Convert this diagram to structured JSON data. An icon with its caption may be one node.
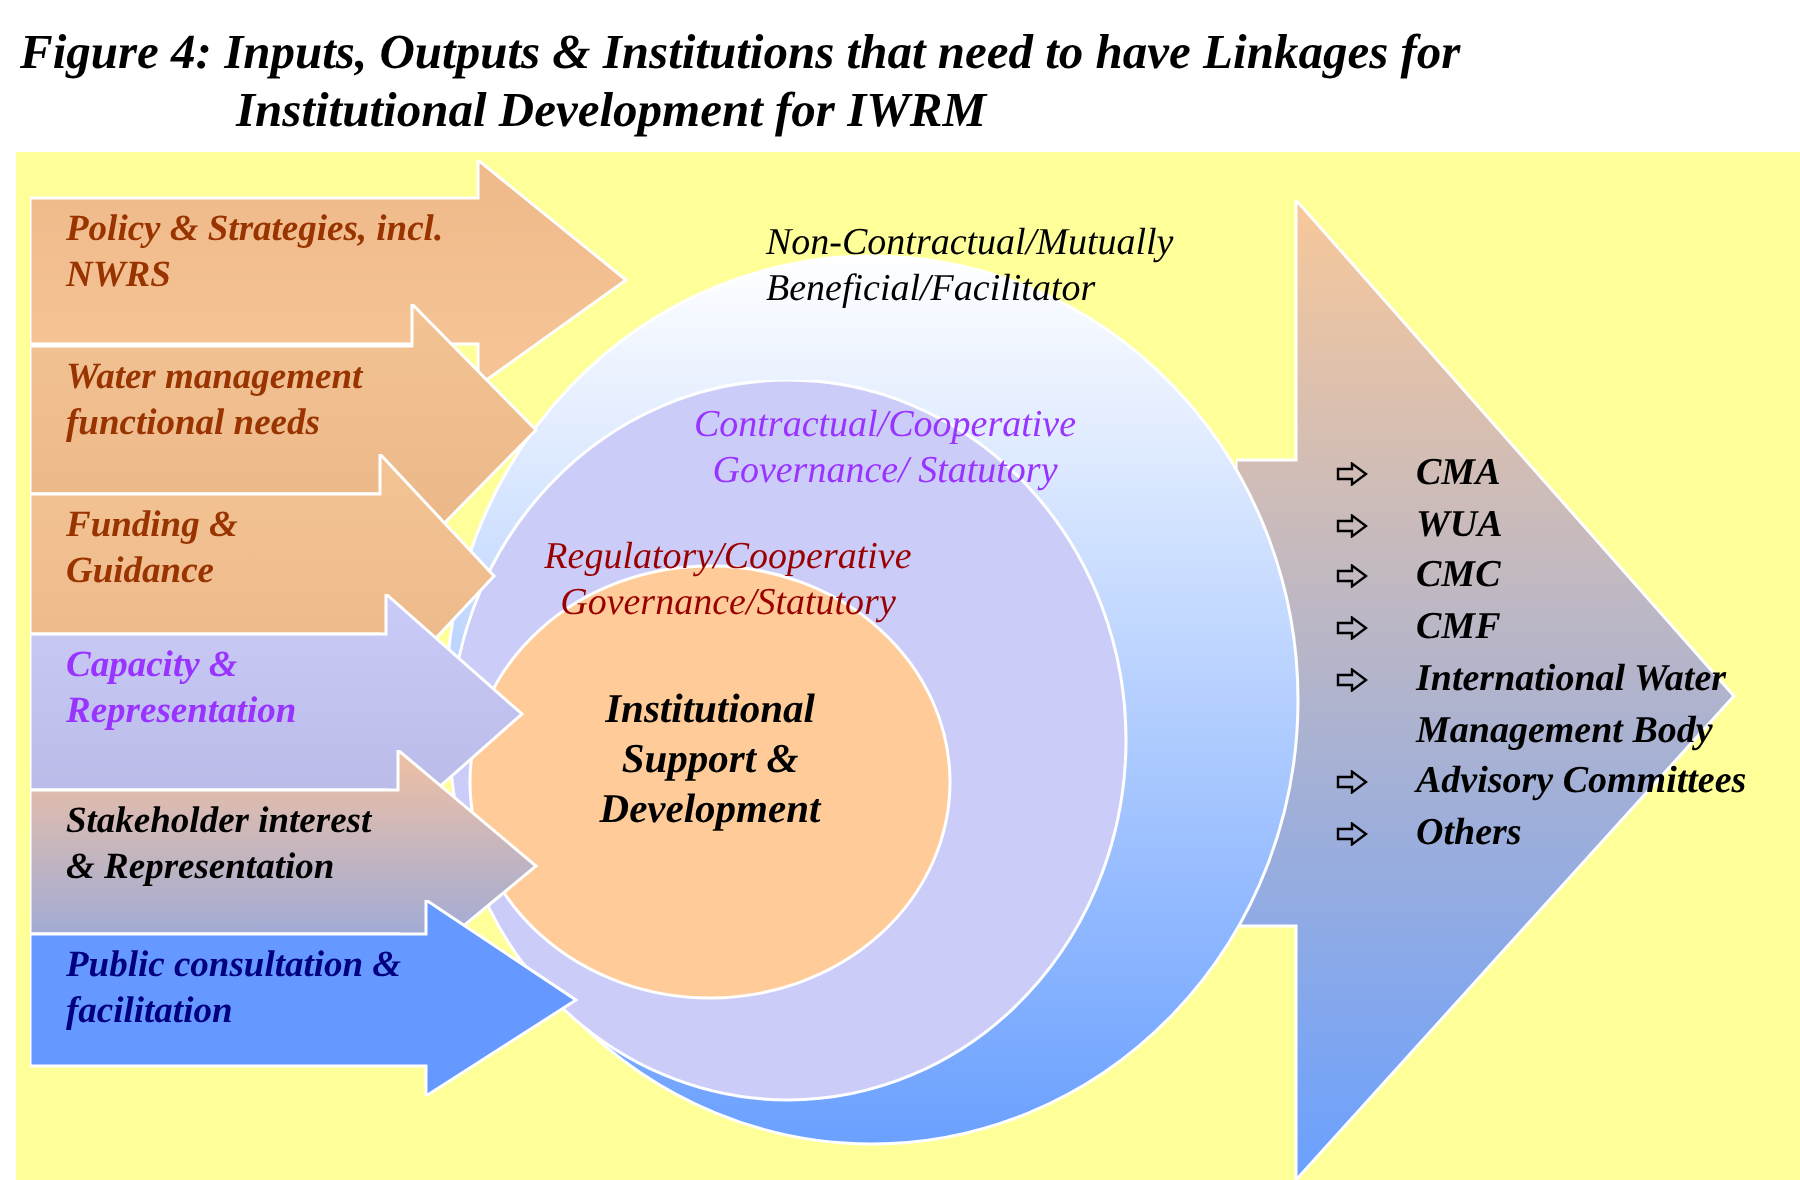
{
  "diagram": {
    "title": "Figure 4: Inputs, Outputs & Institutions that need to have Linkages for Institutional Development for IWRM",
    "nodes": [
      {
        "text": [
          "Policy & Strategies, incl. NWRS"
        ]
      },
      {
        "text": [
          "Water management functional needs"
        ]
      },
      {
        "text": [
          "Funding & Guidance"
        ]
      },
      {
        "text": [
          "Capacity & Representation"
        ]
      },
      {
        "text": [
          "Stakeholder interest & Representation"
        ]
      },
      {
        "text": [
          "Public consultation & facilitation"
        ]
      },
      {
        "text": [
          "Non-Contractual/Mutually Beneficial/Facilitator"
        ]
      },
      {
        "text": [
          "Contractual/Cooperative Governance/ Statutory"
        ],
        "in": 6
      },
      {
        "text": [
          "Regulatory/Cooperative Governance/Statutory",
          "Institutional Support & Development"
        ],
        "in": 7
      },
      {
        "text": [
          "CMA",
          "WUA",
          "CMC",
          "CMF",
          "International Water Management Body",
          "Advisory Committees",
          "Others"
        ]
      }
    ]
  }
}
